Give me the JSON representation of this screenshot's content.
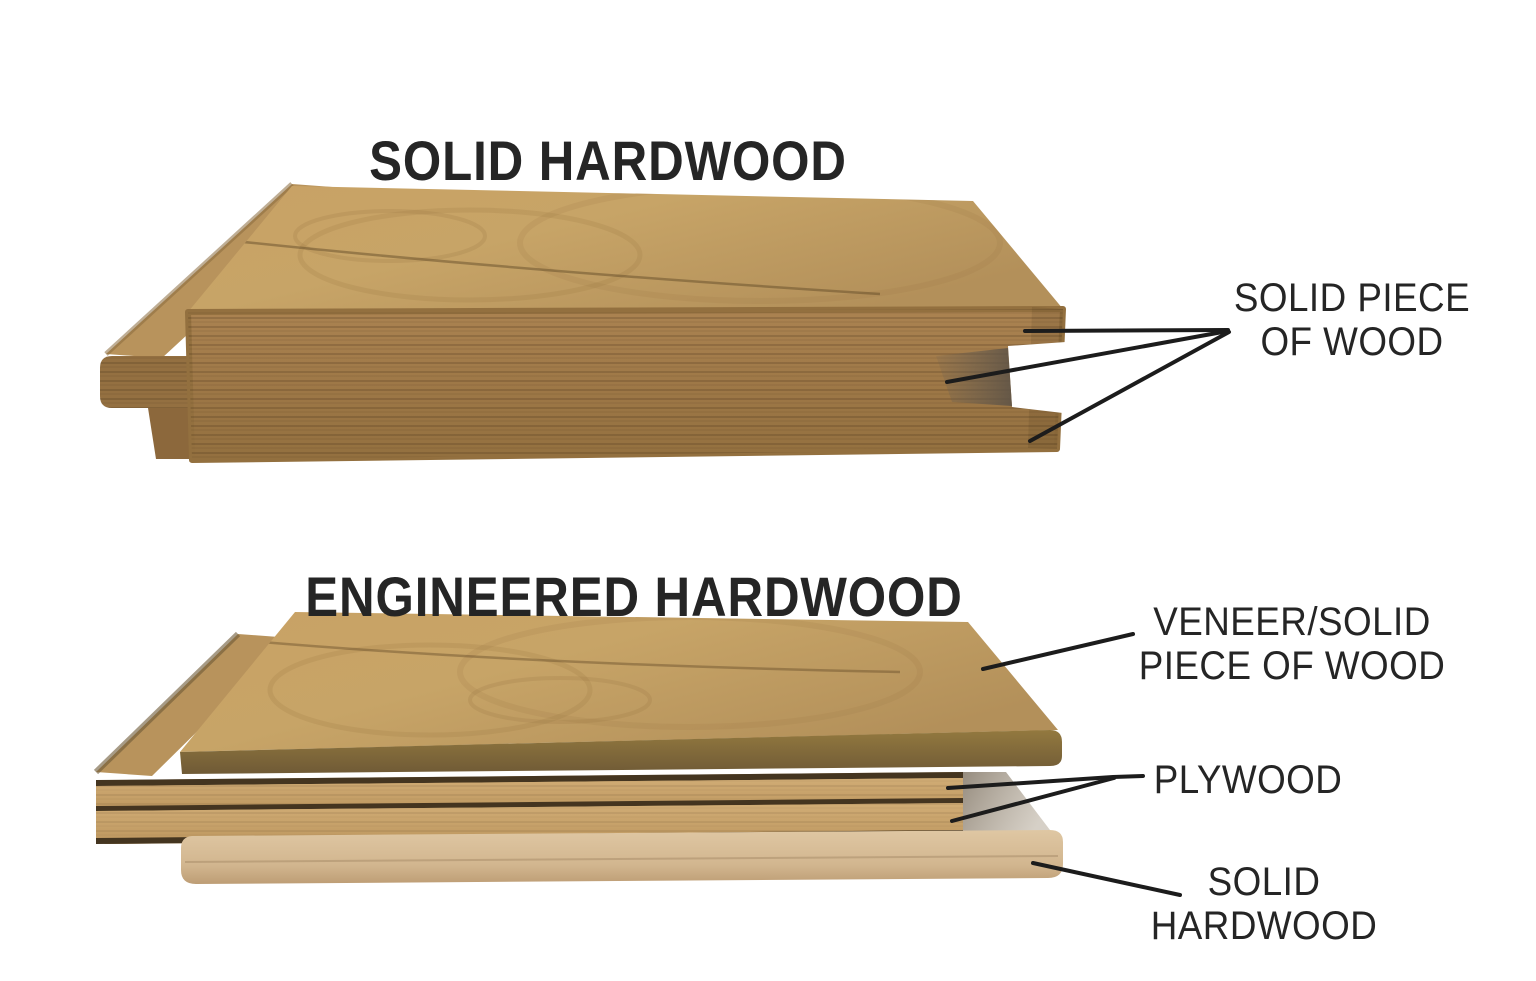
{
  "page": {
    "background_color": "#ffffff",
    "description": "Comparison diagram of solid hardwood vs engineered hardwood flooring plank construction"
  },
  "colors": {
    "text_primary": "#252525",
    "leader_line": "#1c1c1c",
    "wood_top_light": "#cba76c",
    "wood_top_dark": "#b3905a",
    "wood_front": "#a17b4a",
    "veneer_edge": "#887044",
    "plywood_layer": "#cba770",
    "plywood_line": "#443520",
    "core_hardwood": "#d9c09b",
    "groove_shadow": "#7e7263"
  },
  "sections": [
    {
      "id": "solid-hardwood",
      "title": "SOLID HARDWOOD",
      "labels": [
        {
          "id": "solid-piece-of-wood",
          "lines": [
            "SOLID PIECE",
            "OF WOOD"
          ],
          "pointer_count": 3
        }
      ]
    },
    {
      "id": "engineered-hardwood",
      "title": "ENGINEERED HARDWOOD",
      "labels": [
        {
          "id": "veneer-solid-piece-of-wood",
          "lines": [
            "VENEER/SOLID",
            "PIECE OF WOOD"
          ],
          "pointer_count": 1
        },
        {
          "id": "plywood",
          "lines": [
            "PLYWOOD"
          ],
          "pointer_count": 2
        },
        {
          "id": "solid-hardwood-core",
          "lines": [
            "SOLID",
            "HARDWOOD"
          ],
          "pointer_count": 1
        }
      ]
    }
  ]
}
